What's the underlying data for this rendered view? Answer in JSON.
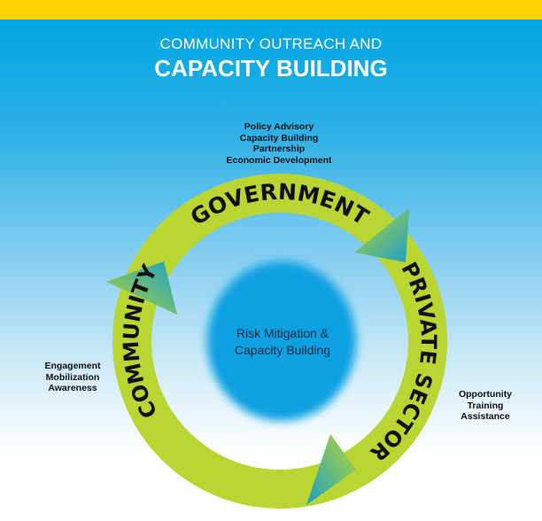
{
  "title": {
    "line1": "COMMUNITY OUTREACH AND",
    "line2": "CAPACITY BUILDING"
  },
  "cycle": {
    "government": {
      "label": "GOVERNMENT",
      "items": [
        "Policy Advisory",
        "Capacity Building",
        "Partnership",
        "Economic Development"
      ]
    },
    "private_sector": {
      "label": "PRIVATE SECTOR",
      "items": [
        "Opportunity",
        "Training",
        "Assistance"
      ]
    },
    "community": {
      "label": "COMMUNITY",
      "items": [
        "Engagement",
        "Mobilization",
        "Awareness"
      ]
    }
  },
  "center": {
    "line1": "Risk Mitigation &",
    "line2": "Capacity Building"
  },
  "colors": {
    "ring": "#b9d531",
    "accent_bar": "#ffd200",
    "sky": "#00a5e3",
    "center": "#0aa0e2"
  }
}
